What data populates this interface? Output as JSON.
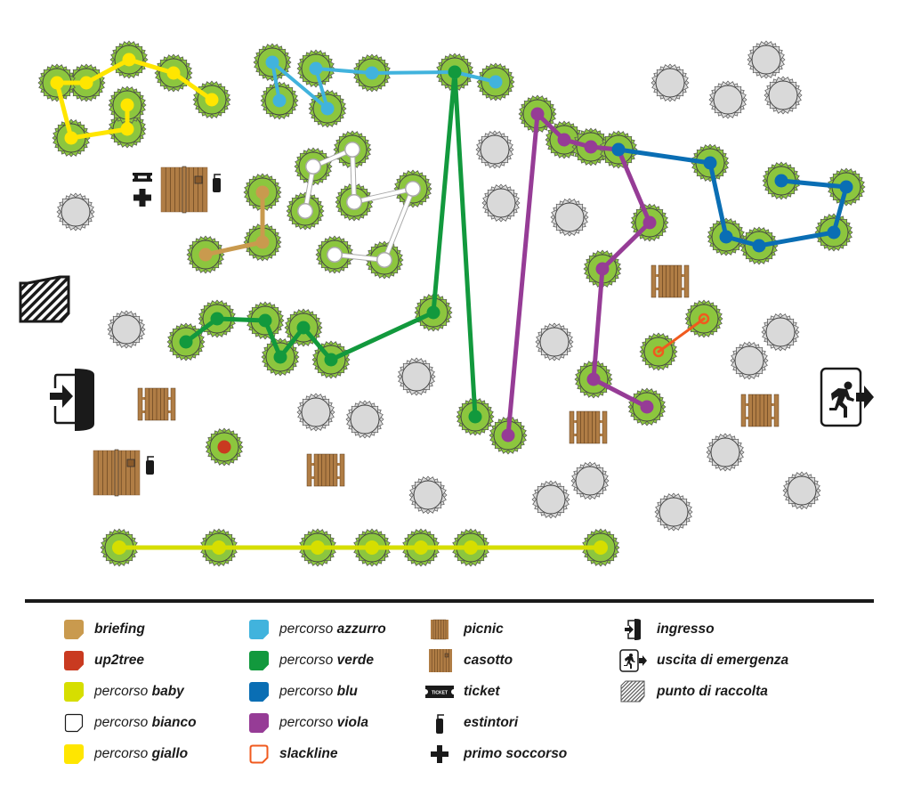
{
  "legend": {
    "col1": [
      {
        "key": "briefing",
        "pre": "",
        "bold": "briefing",
        "color": "#c99a4e",
        "style": "fill"
      },
      {
        "key": "up2tree",
        "pre": "",
        "bold": "up2tree",
        "color": "#c93a20",
        "style": "fill"
      },
      {
        "key": "baby",
        "pre": "percorso ",
        "bold": "baby",
        "color": "#d6de00",
        "style": "fill"
      },
      {
        "key": "bianco",
        "pre": "percorso ",
        "bold": "bianco",
        "color": "#ffffff",
        "style": "outline-black"
      },
      {
        "key": "giallo",
        "pre": "percorso ",
        "bold": "giallo",
        "color": "#ffe600",
        "style": "fill"
      }
    ],
    "col2": [
      {
        "key": "azzurro",
        "pre": "percorso ",
        "bold": "azzurro",
        "color": "#41b3dd",
        "style": "fill"
      },
      {
        "key": "verde",
        "pre": "percorso ",
        "bold": "verde",
        "color": "#12993d",
        "style": "fill"
      },
      {
        "key": "blu",
        "pre": "percorso ",
        "bold": "blu",
        "color": "#0a6eb4",
        "style": "fill"
      },
      {
        "key": "viola",
        "pre": "percorso ",
        "bold": "viola",
        "color": "#963c96",
        "style": "fill"
      },
      {
        "key": "slackline",
        "pre": "",
        "bold": "slackline",
        "color": "#f05a1e",
        "style": "outline-orange"
      }
    ],
    "col3": [
      {
        "key": "picnic",
        "label": "picnic",
        "icon": "picnic-table-icon"
      },
      {
        "key": "casotto",
        "label": "casotto",
        "icon": "hut-icon"
      },
      {
        "key": "ticket",
        "label": "ticket",
        "icon": "ticket-icon"
      },
      {
        "key": "estintori",
        "label": "estintori",
        "icon": "fire-extinguisher-icon"
      },
      {
        "key": "primo_soccorso",
        "label": "primo soccorso",
        "icon": "first-aid-cross-icon"
      }
    ],
    "col4": [
      {
        "key": "ingresso",
        "label": "ingresso",
        "icon": "entrance-door-icon"
      },
      {
        "key": "uscita",
        "label": "uscita di emergenza",
        "icon": "emergency-exit-icon"
      },
      {
        "key": "raccolta",
        "label": "punto di raccolta",
        "icon": "assembly-point-icon"
      }
    ]
  },
  "icons": {
    "ticket_text": "TICKET"
  },
  "map": {
    "colors": {
      "tree_green": "#8cc63e",
      "tree_gray": "#d9d9d9",
      "tree_outline": "#555555",
      "wood": "#b07d45",
      "dark": "#1a1a1a"
    },
    "routes": [
      {
        "name": "giallo",
        "color": "#ffe600",
        "points": [
          [
            238,
            112
          ],
          [
            195,
            82
          ],
          [
            145,
            67
          ],
          [
            97,
            93
          ],
          [
            64,
            93
          ],
          [
            80,
            155
          ],
          [
            143,
            145
          ],
          [
            143,
            118
          ]
        ]
      },
      {
        "name": "azzurro",
        "color": "#41b3dd",
        "points": [
          [
            314,
            113
          ],
          [
            306,
            70
          ],
          [
            368,
            122
          ],
          [
            355,
            77
          ],
          [
            418,
            82
          ],
          [
            511,
            81
          ],
          [
            557,
            92
          ]
        ]
      },
      {
        "name": "briefing",
        "color": "#c99a4e",
        "points": [
          [
            231,
            286
          ],
          [
            295,
            272
          ],
          [
            295,
            216
          ]
        ]
      },
      {
        "name": "bianco",
        "color": "#ffffff",
        "stroke": "#aaaaaa",
        "points": [
          [
            343,
            237
          ],
          [
            352,
            187
          ],
          [
            396,
            168
          ],
          [
            398,
            227
          ],
          [
            464,
            212
          ],
          [
            432,
            292
          ],
          [
            376,
            286
          ]
        ]
      },
      {
        "name": "verde",
        "color": "#12993d",
        "points": [
          [
            209,
            384
          ],
          [
            244,
            358
          ],
          [
            298,
            360
          ],
          [
            315,
            401
          ],
          [
            341,
            368
          ],
          [
            372,
            404
          ],
          [
            487,
            351
          ],
          [
            511,
            81
          ],
          [
            534,
            468
          ]
        ]
      },
      {
        "name": "viola",
        "color": "#963c96",
        "points": [
          [
            571,
            489
          ],
          [
            604,
            128
          ],
          [
            634,
            157
          ],
          [
            664,
            165
          ],
          [
            695,
            168
          ],
          [
            730,
            250
          ],
          [
            677,
            302
          ],
          [
            667,
            426
          ],
          [
            727,
            457
          ]
        ]
      },
      {
        "name": "blu",
        "color": "#0a6eb4",
        "points": [
          [
            695,
            168
          ],
          [
            798,
            183
          ],
          [
            816,
            266
          ],
          [
            853,
            276
          ],
          [
            937,
            261
          ],
          [
            951,
            210
          ],
          [
            878,
            203
          ]
        ]
      },
      {
        "name": "baby",
        "color": "#d6de00",
        "points": [
          [
            134,
            615
          ],
          [
            246,
            615
          ],
          [
            357,
            615
          ],
          [
            418,
            615
          ],
          [
            473,
            615
          ],
          [
            529,
            615
          ],
          [
            675,
            615
          ]
        ]
      },
      {
        "name": "slackline",
        "color": "#f05a1e",
        "points": [
          [
            740,
            395
          ],
          [
            791,
            358
          ]
        ],
        "hollow": true
      }
    ],
    "up2tree": {
      "color": "#c93a20",
      "point": [
        252,
        502
      ]
    },
    "extra_green_trees": [],
    "gray_trees": [
      [
        85,
        238
      ],
      [
        142,
        370
      ],
      [
        556,
        168
      ],
      [
        563,
        228
      ],
      [
        640,
        244
      ],
      [
        753,
        93
      ],
      [
        818,
        112
      ],
      [
        861,
        67
      ],
      [
        880,
        107
      ],
      [
        623,
        384
      ],
      [
        468,
        423
      ],
      [
        355,
        463
      ],
      [
        410,
        471
      ],
      [
        481,
        556
      ],
      [
        877,
        373
      ],
      [
        842,
        405
      ],
      [
        815,
        508
      ],
      [
        663,
        540
      ],
      [
        619,
        561
      ],
      [
        757,
        575
      ],
      [
        901,
        551
      ]
    ],
    "picnic_tables": [
      [
        753,
        316
      ],
      [
        176,
        454
      ],
      [
        366,
        528
      ],
      [
        661,
        480
      ],
      [
        854,
        461
      ]
    ],
    "huts": [
      [
        207,
        213
      ],
      [
        131,
        531
      ]
    ],
    "extinguishers": [
      [
        243,
        206
      ],
      [
        168,
        523
      ]
    ],
    "ticket": [
      160,
      199
    ],
    "first_aid": [
      160,
      222
    ],
    "assembly_point": [
      50,
      335
    ],
    "entrance": [
      84,
      446
    ],
    "emergency_exit": [
      948,
      446
    ]
  }
}
